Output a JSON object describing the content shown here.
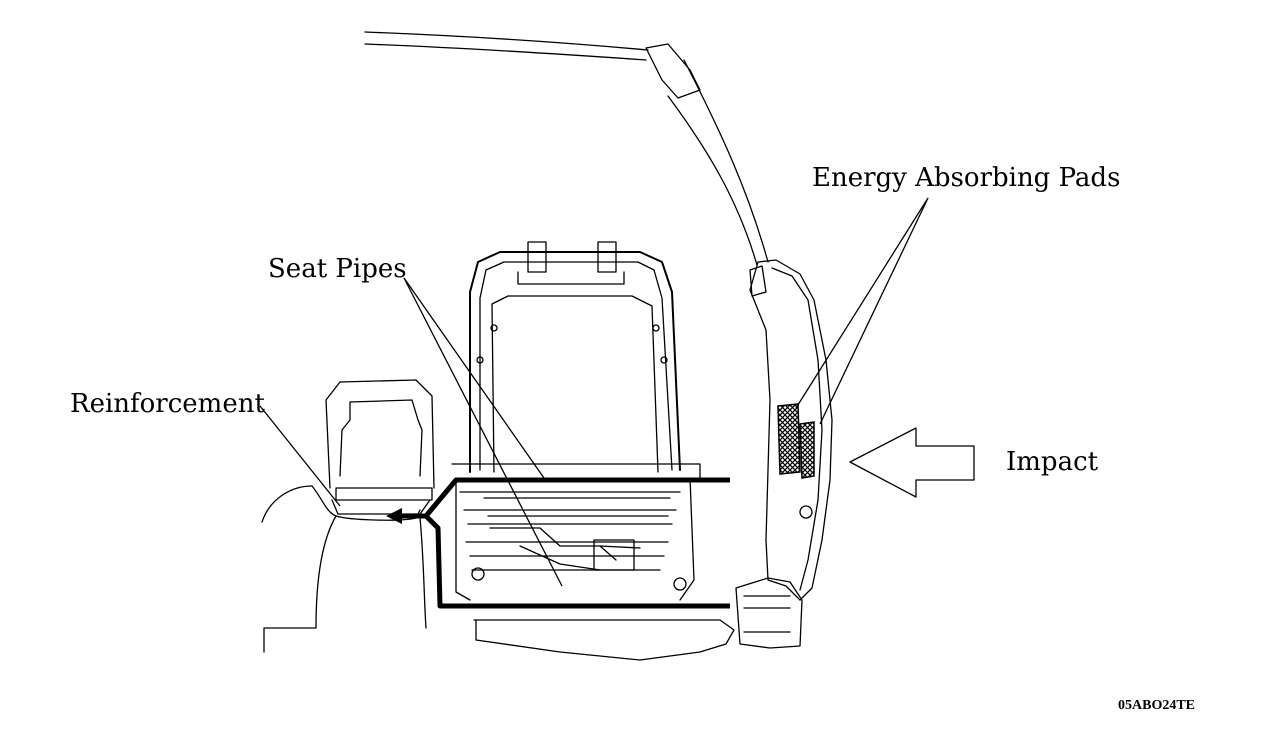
{
  "labels": {
    "energy_absorbing_pads": "Energy Absorbing Pads",
    "seat_pipes": "Seat Pipes",
    "reinforcement": "Reinforcement",
    "impact": "Impact"
  },
  "figure_code": "05ABO24TE"
}
